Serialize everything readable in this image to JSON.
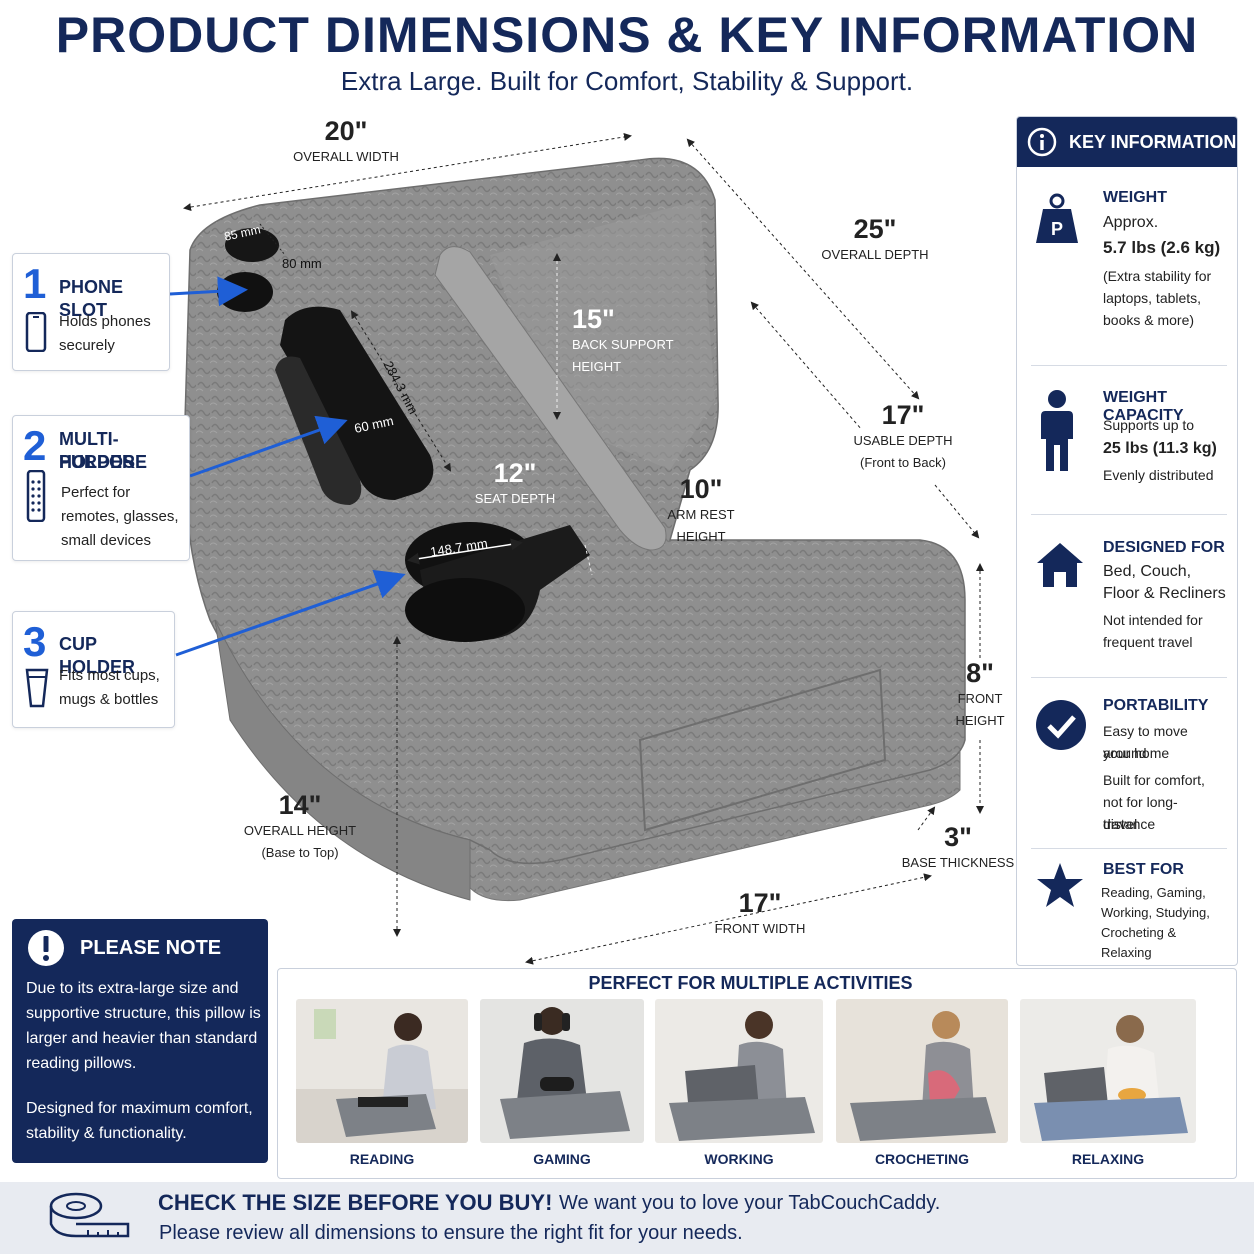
{
  "header": {
    "title": "PRODUCT DIMENSIONS & KEY INFORMATION",
    "subtitle": "Extra Large. Built for Comfort, Stability & Support."
  },
  "dimensions": {
    "overall_width": {
      "value": "20\"",
      "label": "OVERALL WIDTH"
    },
    "overall_depth": {
      "value": "25\"",
      "label": "OVERALL DEPTH"
    },
    "back_support": {
      "value": "15\"",
      "label1": "BACK SUPPORT",
      "label2": "HEIGHT"
    },
    "usable_depth": {
      "value": "17\"",
      "label1": "USABLE DEPTH",
      "label2": "(Front to Back)"
    },
    "seat_depth": {
      "value": "12\"",
      "label": "SEAT DEPTH"
    },
    "arm_rest": {
      "value": "10\"",
      "label": "ARM REST HEIGHT"
    },
    "front_height": {
      "value": "8\"",
      "label1": "FRONT",
      "label2": "HEIGHT"
    },
    "overall_height": {
      "value": "14\"",
      "label1": "OVERALL HEIGHT",
      "label2": "(Base to Top)"
    },
    "base_thickness": {
      "value": "3\"",
      "label": "BASE THICKNESS"
    },
    "front_width": {
      "value": "17\"",
      "label": "FRONT WIDTH"
    },
    "mm_phone_a": "85 mm",
    "mm_phone_b": "80 mm",
    "mm_holder_len": "284.3 mm",
    "mm_holder_w": "60 mm",
    "mm_cup": "148.7 mm"
  },
  "callouts": [
    {
      "num": "1",
      "title": "PHONE SLOT",
      "line1": "Holds phones",
      "line2": "securely",
      "icon": "phone-icon"
    },
    {
      "num": "2",
      "title1": "MULTI-PURPOSE",
      "title2": "HOLDER",
      "line1": "Perfect for",
      "line2": "remotes, glasses,",
      "line3": "small devices",
      "icon": "remote-icon"
    },
    {
      "num": "3",
      "title": "CUP HOLDER",
      "line1": "Fits most cups,",
      "line2": "mugs & bottles",
      "icon": "cup-icon"
    }
  ],
  "key_info": {
    "heading": "KEY INFORMATION",
    "weight": {
      "title": "WEIGHT",
      "l1": "Approx.",
      "l2": "5.7 lbs (2.6 kg)",
      "l3": "(Extra stability for",
      "l4": "laptops, tablets,",
      "l5": "books & more)",
      "icon": "weight-icon",
      "icon_letter": "P"
    },
    "capacity": {
      "title": "WEIGHT CAPACITY",
      "l1": "Supports up to",
      "l2": "25 lbs (11.3 kg)",
      "l3": "Evenly distributed",
      "icon": "person-icon"
    },
    "designed": {
      "title": "DESIGNED FOR",
      "l1": "Bed, Couch,",
      "l2": "Floor & Recliners",
      "l3": "Not intended for",
      "l4": "frequent travel",
      "icon": "home-icon"
    },
    "portability": {
      "title": "PORTABILITY",
      "l1": "Easy to move around",
      "l2": "your home",
      "l3": "Built for comfort,",
      "l4": "not for long-distance",
      "l5": "travel",
      "icon": "checkmark-icon"
    },
    "best_for": {
      "title": "BEST FOR",
      "l1": "Reading, Gaming,",
      "l2": "Working, Studying,",
      "l3": "Crocheting &",
      "l4": "Relaxing",
      "icon": "star-icon"
    }
  },
  "note": {
    "title": "PLEASE NOTE",
    "p1": "Due to its extra-large size and supportive structure, this pillow is larger and heavier than standard reading pillows.",
    "p2": "Designed for maximum comfort, stability & functionality.",
    "icon": "exclamation-icon"
  },
  "activities": {
    "title": "PERFECT FOR MULTIPLE ACTIVITIES",
    "items": [
      "READING",
      "GAMING",
      "WORKING",
      "CROCHETING",
      "RELAXING"
    ]
  },
  "banner": {
    "headline": "CHECK THE SIZE BEFORE YOU BUY!",
    "line1": "We want you to love your TabCouchCaddy.",
    "line2": "Please review all dimensions to ensure the right fit for your needs.",
    "icon": "measuring-tape-icon"
  },
  "colors": {
    "navy": "#14285a",
    "accent_blue": "#1f5fd6",
    "pillow_gray": "#8e8e8e",
    "banner_bg": "#e8ebf1"
  }
}
